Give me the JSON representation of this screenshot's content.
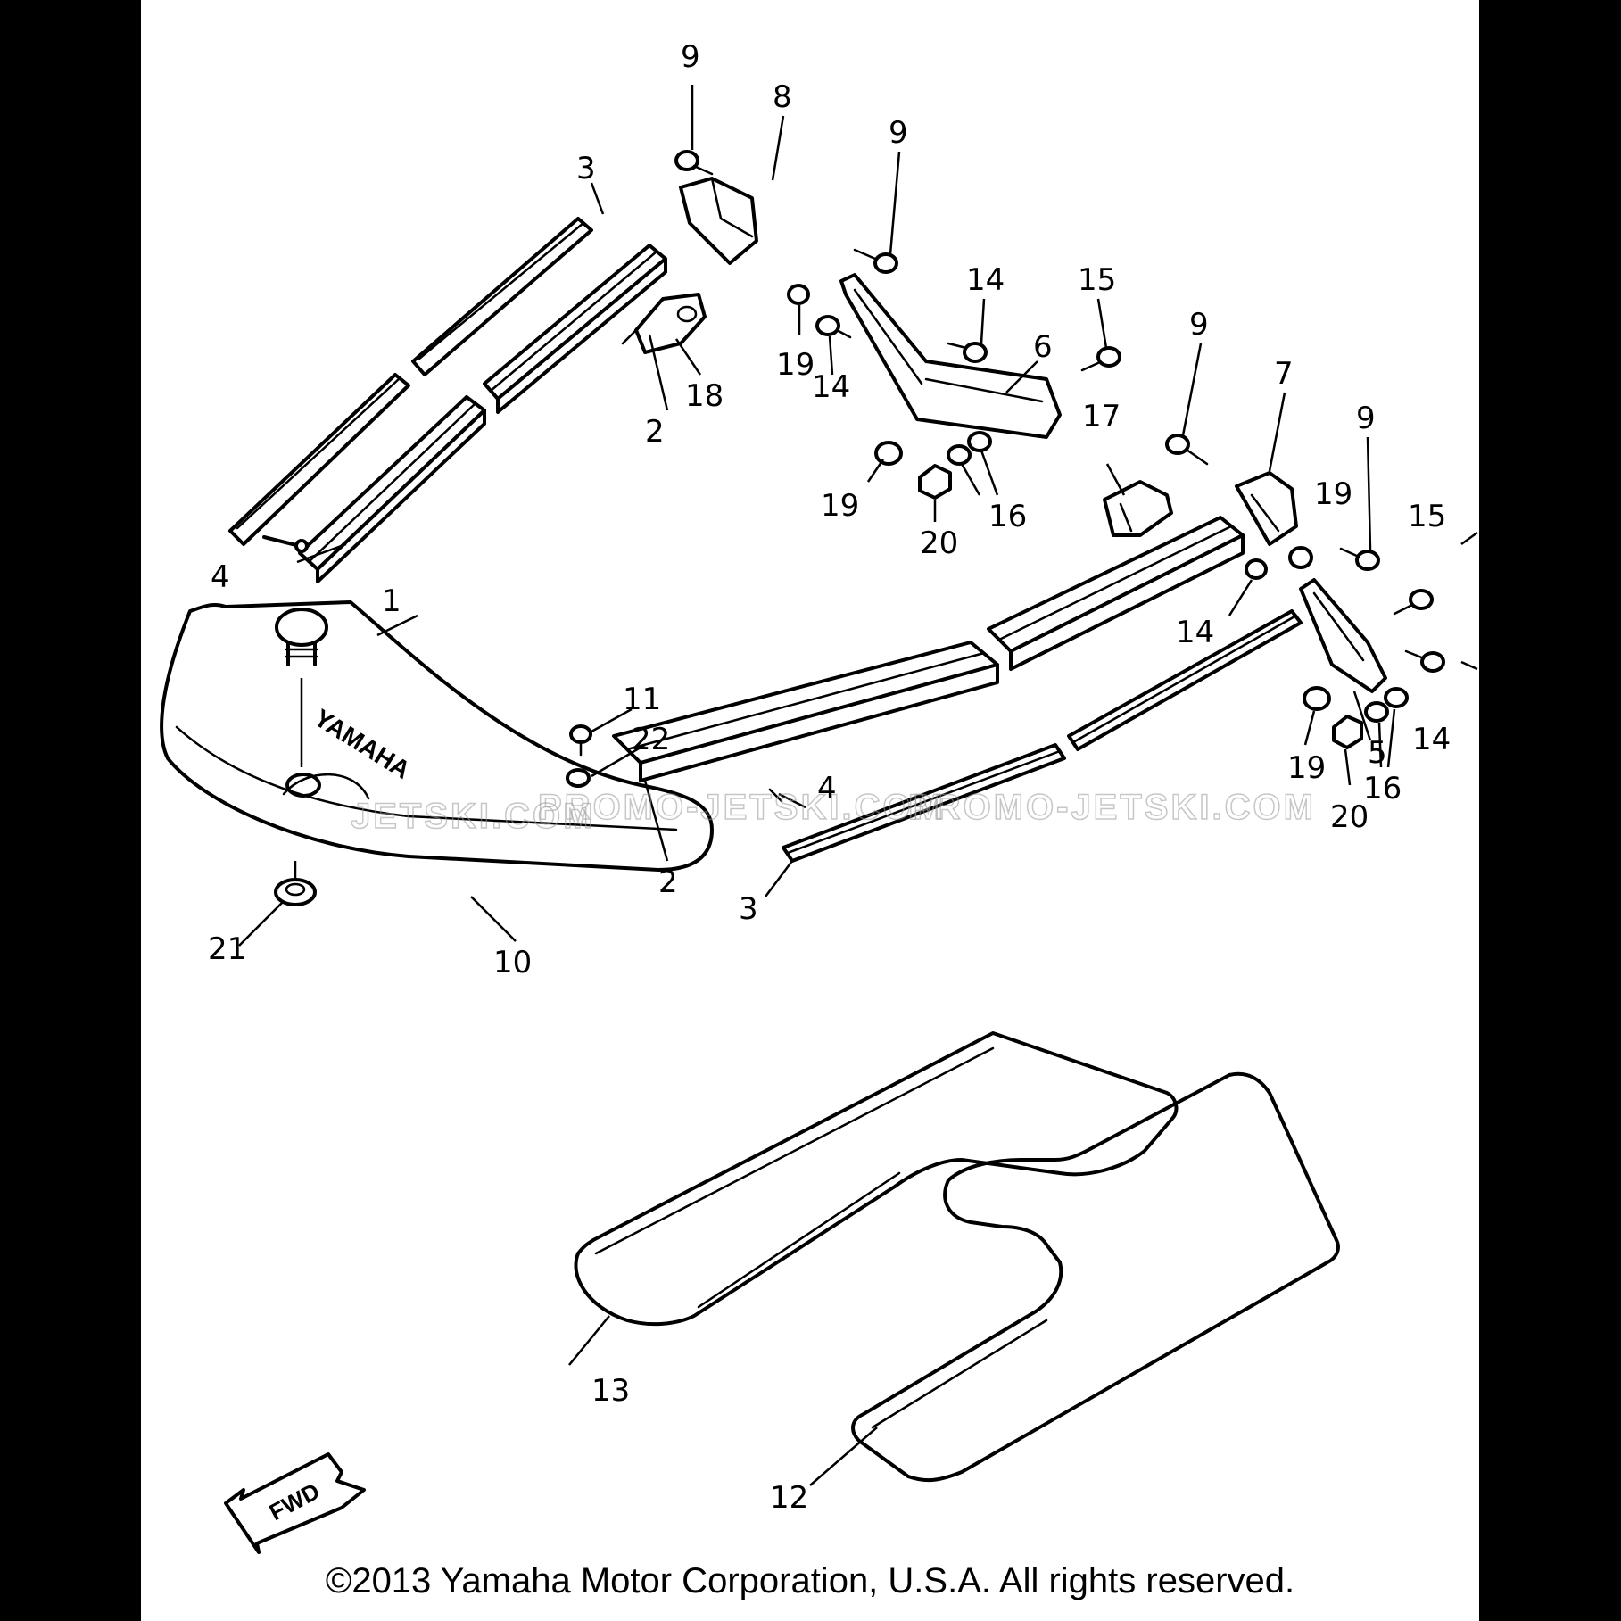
{
  "watermarks": [
    "JETSKI.COM",
    "PROMO-JETSKI.COM",
    "PROMO-JETSKI.COM"
  ],
  "brand_lettering": "YAMAHA",
  "direction_badge": "FWD",
  "callouts": [
    "9",
    "8",
    "9",
    "3",
    "14",
    "15",
    "9",
    "7",
    "9",
    "6",
    "19",
    "14",
    "18",
    "2",
    "17",
    "19",
    "19",
    "16",
    "20",
    "15",
    "4",
    "1",
    "14",
    "14",
    "11",
    "22",
    "5",
    "16",
    "19",
    "20",
    "4",
    "2",
    "3",
    "21",
    "10",
    "13",
    "12"
  ],
  "copyright": "©2013 Yamaha Motor Corporation, U.S.A. All rights reserved."
}
